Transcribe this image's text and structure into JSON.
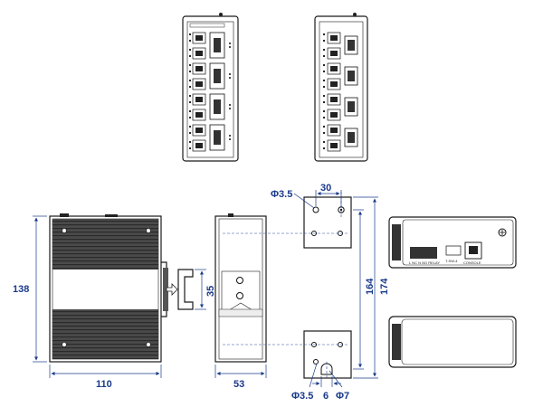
{
  "dimensions": {
    "side_height": "138",
    "side_width": "110",
    "rail_width": "35",
    "rail_depth": "53",
    "hole_diameter_top": "Φ3.5",
    "hole_spacing_horizontal": "30",
    "bracket_height_inner": "164",
    "bracket_height_outer": "174",
    "hole_diameter_bottom": "Φ3.5",
    "hole_spacing_bottom": "6",
    "slot_diameter": "Φ7"
  },
  "panel_labels": {
    "terminal_pins": "L  NC  N  NO  RELAY",
    "dip_switch": "T-SW-4",
    "console": "CONSOLE"
  },
  "colors": {
    "outline": "#1a1a1a",
    "dimension": "#1a3a8a",
    "fin": "#3a3a3a"
  }
}
